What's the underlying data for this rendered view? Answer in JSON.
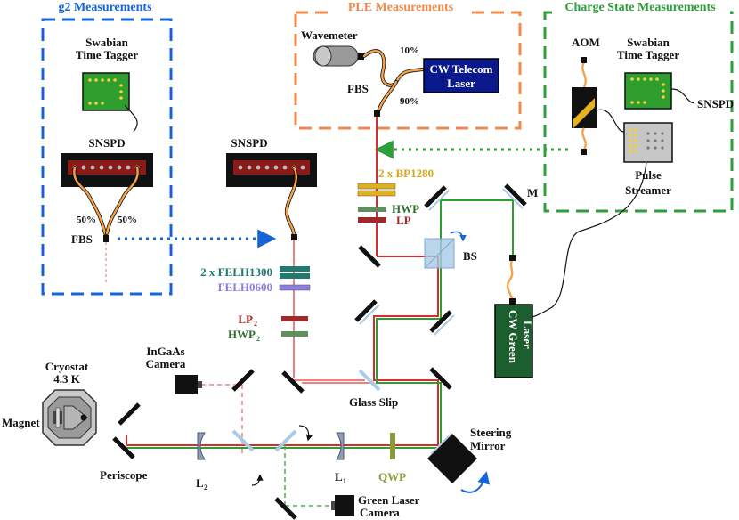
{
  "sections": {
    "g2": "g2 Measurements",
    "ple": "PLE Measurements",
    "charge": "Charge State Measurements"
  },
  "labels": {
    "swabian_g2_1": "Swabian",
    "swabian_g2_2": "Time Tagger",
    "snspd_g2": "SNSPD",
    "split_left": "50%",
    "split_right": "50%",
    "fbs_g2": "FBS",
    "wavemeter": "Wavemeter",
    "ten_pct": "10%",
    "ninety_pct": "90%",
    "fbs_ple": "FBS",
    "cw_telecom_1": "CW Telecom",
    "cw_telecom_2": "Laser",
    "aom": "AOM",
    "swabian_cs_1": "Swabian",
    "swabian_cs_2": "Time Tagger",
    "snspd_cs": "SNSPD",
    "pulse_1": "Pulse",
    "pulse_2": "Streamer",
    "snspd_main": "SNSPD",
    "bp1280": "2 x BP1280",
    "hwp": "HWP",
    "lp": "LP",
    "bs": "BS",
    "m": "M",
    "felh1300": "2 x FELH1300",
    "felh0600": "FELH0600",
    "lp2": "LP",
    "lp2_sub": "2",
    "hwp2": "HWP",
    "hwp2_sub": "2",
    "cw_green_1": "CW Green",
    "cw_green_2": "Laser",
    "cryostat_1": "Cryostat",
    "cryostat_2": "4.3 K",
    "magnet": "Magnet",
    "ingaas_1": "InGaAs",
    "ingaas_2": "Camera",
    "glass_slip": "Glass Slip",
    "steering_1": "Steering",
    "steering_2": "Mirror",
    "periscope": "Periscope",
    "l2": "L",
    "l2_sub": "2",
    "l1": "L",
    "l1_sub": "1",
    "qwp": "QWP",
    "green_cam_1": "Green Laser",
    "green_cam_2": "Camera"
  },
  "colors": {
    "g2_blue": "#1565d8",
    "ple_orange": "#f08a4b",
    "charge_green": "#2e9e3a",
    "telecom_red": "#d32f2f",
    "pump_green": "#2e9e2e",
    "collection_pink": "#f08080",
    "filter_teal": "#1f7a70",
    "filter_violet": "#8a7ee0",
    "filter_maroon": "#a02a2a",
    "filter_olive": "#8c9a3c",
    "laser_navy": "#0a1a8c",
    "laser_darkgreen": "#1d5e2e",
    "bp_gold": "#e0b020"
  }
}
